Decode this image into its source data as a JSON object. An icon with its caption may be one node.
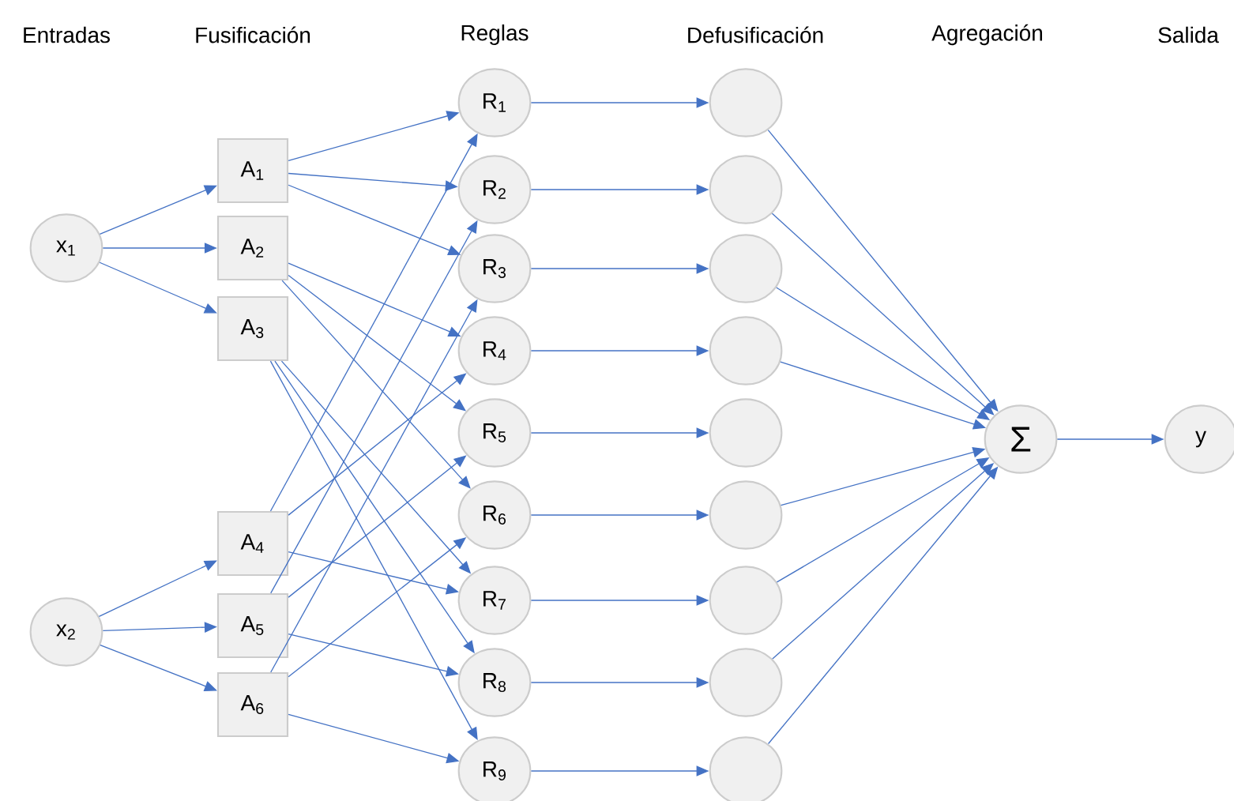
{
  "diagram": {
    "nodes": [
      {
        "text": [
          "x$_{1}$"
        ]
      },
      {
        "text": [
          "x$_{2}$"
        ]
      },
      {
        "text": [
          "A$_{1}$"
        ]
      },
      {
        "text": [
          "A$_{2}$"
        ]
      },
      {
        "text": [
          "A$_{3}$"
        ]
      },
      {
        "text": [
          "A$_{4}$"
        ]
      },
      {
        "text": [
          "A$_{5}$"
        ]
      },
      {
        "text": [
          "A$_{6}$"
        ]
      },
      {
        "text": [
          "R$_{1}$"
        ]
      },
      {
        "text": [
          "R$_{2}$"
        ]
      },
      {
        "text": [
          "R$_{3}$"
        ]
      },
      {
        "text": [
          "R$_{4}$"
        ]
      },
      {
        "text": [
          "R$_{5}$"
        ]
      },
      {
        "text": [
          "R$_{6}$"
        ]
      },
      {
        "text": [
          "R$_{7}$"
        ]
      },
      {
        "text": [
          "R$_{8}$"
        ]
      },
      {
        "text": [
          "R$_{9}$"
        ]
      },
      {
        "text": [],
        "shape": "circle"
      },
      {
        "text": [],
        "shape": "circle"
      },
      {
        "text": [],
        "shape": "circle"
      },
      {
        "text": [],
        "shape": "circle"
      },
      {
        "text": [],
        "shape": "circle"
      },
      {
        "text": [],
        "shape": "circle"
      },
      {
        "text": [],
        "shape": "circle"
      },
      {
        "text": [],
        "shape": "circle"
      },
      {
        "text": [],
        "shape": "circle"
      },
      {
        "text": [
          "Σ"
        ]
      },
      {
        "text": [
          "y"
        ]
      }
    ],
    "edges": [
      {
        "from": 0,
        "to": 2,
        "arrow": "to"
      },
      {
        "from": 0,
        "to": 3,
        "arrow": "to"
      },
      {
        "from": 0,
        "to": 4,
        "arrow": "to"
      },
      {
        "from": 1,
        "to": 5,
        "arrow": "to"
      },
      {
        "from": 1,
        "to": 6,
        "arrow": "to"
      },
      {
        "from": 1,
        "to": 7,
        "arrow": "to"
      },
      {
        "from": 2,
        "to": 8,
        "arrow": "to"
      },
      {
        "from": 2,
        "to": 9,
        "arrow": "to"
      },
      {
        "from": 2,
        "to": 10,
        "arrow": "to"
      },
      {
        "from": 3,
        "to": 11,
        "arrow": "to"
      },
      {
        "from": 3,
        "to": 12,
        "arrow": "to"
      },
      {
        "from": 3,
        "to": 13,
        "arrow": "to"
      },
      {
        "from": 4,
        "to": 14,
        "arrow": "to"
      },
      {
        "from": 4,
        "to": 15,
        "arrow": "to"
      },
      {
        "from": 4,
        "to": 16,
        "arrow": "to"
      },
      {
        "from": 5,
        "to": 8,
        "arrow": "to"
      },
      {
        "from": 5,
        "to": 11,
        "arrow": "to"
      },
      {
        "from": 5,
        "to": 14,
        "arrow": "to"
      },
      {
        "from": 6,
        "to": 9,
        "arrow": "to"
      },
      {
        "from": 6,
        "to": 12,
        "arrow": "to"
      },
      {
        "from": 6,
        "to": 15,
        "arrow": "to"
      },
      {
        "from": 7,
        "to": 10,
        "arrow": "to"
      },
      {
        "from": 7,
        "to": 13,
        "arrow": "to"
      },
      {
        "from": 7,
        "to": 16,
        "arrow": "to"
      },
      {
        "from": 8,
        "to": 17,
        "arrow": "to"
      },
      {
        "from": 9,
        "to": 18,
        "arrow": "to"
      },
      {
        "from": 10,
        "to": 19,
        "arrow": "to"
      },
      {
        "from": 11,
        "to": 20,
        "arrow": "to"
      },
      {
        "from": 12,
        "to": 21,
        "arrow": "to"
      },
      {
        "from": 13,
        "to": 22,
        "arrow": "to"
      },
      {
        "from": 14,
        "to": 23,
        "arrow": "to"
      },
      {
        "from": 15,
        "to": 24,
        "arrow": "to"
      },
      {
        "from": 16,
        "to": 25,
        "arrow": "to"
      },
      {
        "from": 17,
        "to": 26,
        "arrow": "to"
      },
      {
        "from": 18,
        "to": 26,
        "arrow": "to"
      },
      {
        "from": 19,
        "to": 26,
        "arrow": "to"
      },
      {
        "from": 20,
        "to": 26,
        "arrow": "to"
      },
      {
        "from": 22,
        "to": 26,
        "arrow": "to"
      },
      {
        "from": 23,
        "to": 26,
        "arrow": "to"
      },
      {
        "from": 24,
        "to": 26,
        "arrow": "to"
      },
      {
        "from": 25,
        "to": 26,
        "arrow": "to"
      },
      {
        "from": 26,
        "to": 27,
        "arrow": "to"
      }
    ],
    "labels": [
      "Entradas",
      "Fusificación",
      "Reglas",
      "Defusificación",
      "Agregación",
      "Salida"
    ]
  }
}
